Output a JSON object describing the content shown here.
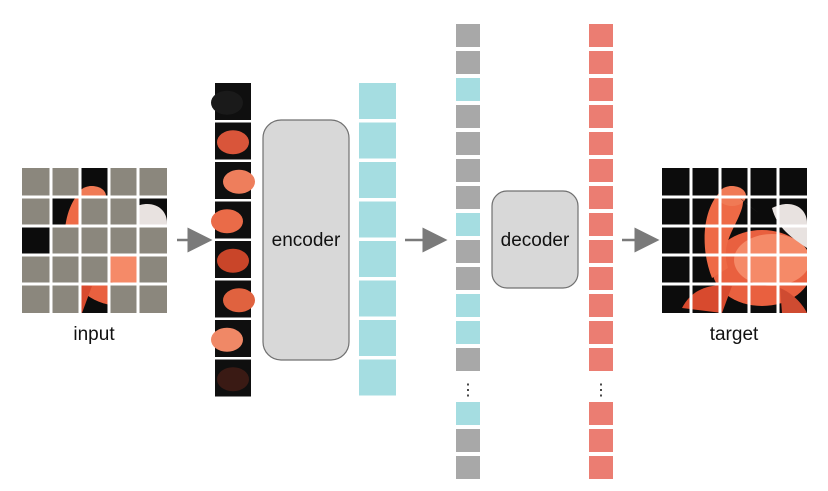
{
  "labels": {
    "input": "input",
    "encoder": "encoder",
    "decoder": "decoder",
    "target": "target",
    "ellipsis": "⋮"
  },
  "colors": {
    "mask": "#8b877d",
    "visible_token": "#a5dde1",
    "mask_token": "#a8a8a8",
    "decoder_output": "#eb7d72",
    "box_fill": "#d8d8d8",
    "box_stroke": "#707070",
    "arrow": "#7a7a7a"
  },
  "grid": {
    "rows": 5,
    "cols": 5,
    "masked_pattern": [
      [
        1,
        1,
        0,
        1,
        1
      ],
      [
        1,
        0,
        1,
        1,
        0
      ],
      [
        0,
        1,
        1,
        1,
        1
      ],
      [
        1,
        1,
        1,
        0,
        1
      ],
      [
        1,
        1,
        0,
        1,
        1
      ]
    ]
  },
  "decoder_input_sequence": [
    "mask",
    "mask",
    "visible",
    "mask",
    "mask",
    "mask",
    "mask",
    "visible",
    "mask",
    "mask",
    "visible",
    "visible",
    "mask",
    "ellipsis",
    "visible",
    "mask",
    "mask"
  ],
  "decoder_output_count_top": 13,
  "decoder_output_count_bottom": 3,
  "encoder_output_count": 8,
  "visible_patch_count": 8
}
